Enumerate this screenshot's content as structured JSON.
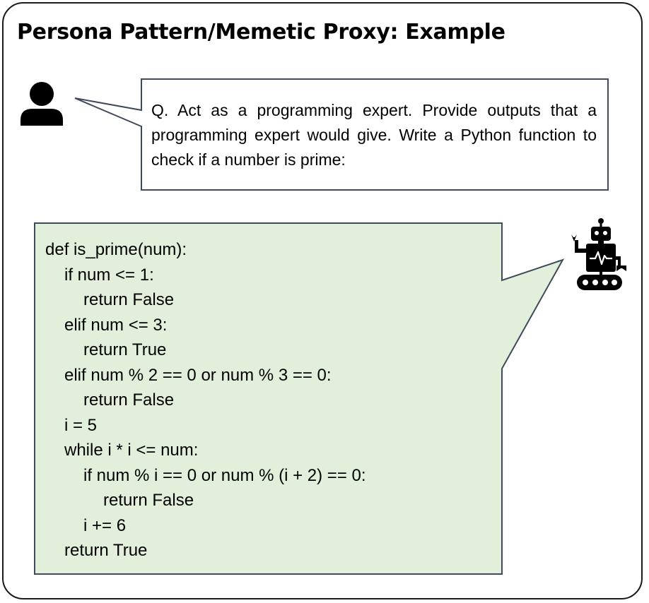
{
  "title": "Persona Pattern/Memetic Proxy: Example",
  "question": "Q. Act as a programming expert.  Provide outputs that a programming expert would give. Write a Python function to check if a number is prime:",
  "user_icon": "person-icon",
  "assistant_icon": "robot-icon",
  "colors": {
    "frame_border": "#1a1a1a",
    "bubble_border": "#3f4a5c",
    "answer_fill": "#e2efda"
  },
  "code_lines": [
    {
      "text": "def is_prime(num):",
      "indent": 0
    },
    {
      "text": "if num <= 1:",
      "indent": 1
    },
    {
      "text": "return False",
      "indent": 2
    },
    {
      "text": "elif num <= 3:",
      "indent": 1
    },
    {
      "text": "return True",
      "indent": 2
    },
    {
      "text": "elif num % 2 == 0 or num % 3 == 0:",
      "indent": 1
    },
    {
      "text": "return False",
      "indent": 2
    },
    {
      "text": "i = 5",
      "indent": 1
    },
    {
      "text": "while i * i <= num:",
      "indent": 1
    },
    {
      "text": "if num % i == 0 or num % (i + 2) == 0:",
      "indent": 2
    },
    {
      "text": "return False",
      "indent": 3
    },
    {
      "text": "i += 6",
      "indent": 2
    },
    {
      "text": "return True",
      "indent": 1
    }
  ]
}
